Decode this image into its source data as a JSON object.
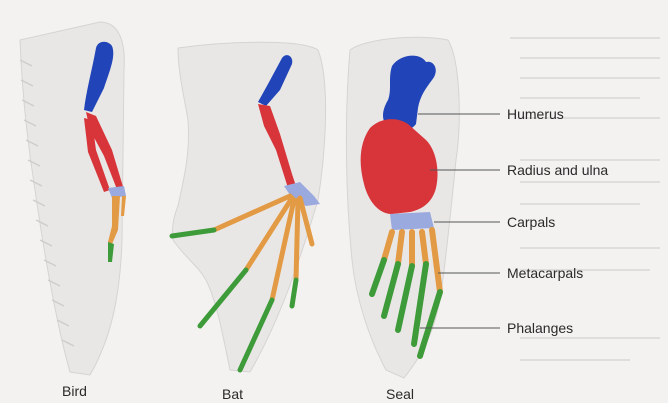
{
  "labels": {
    "humerus": "Humerus",
    "radius_ulna": "Radius and ulna",
    "carpals": "Carpals",
    "metacarpals": "Metacarpals",
    "phalanges": "Phalanges"
  },
  "captions": {
    "bird": "Bird",
    "bat": "Bat",
    "seal": "Seal"
  },
  "colors": {
    "humerus": "#2144b8",
    "radius_ulna": "#d8353a",
    "carpals": "#9aa9de",
    "metacarpals": "#e39a45",
    "phalanges": "#3e9b3a",
    "limb_outline": "#e9e7e6",
    "background": "#f4f2f0"
  }
}
